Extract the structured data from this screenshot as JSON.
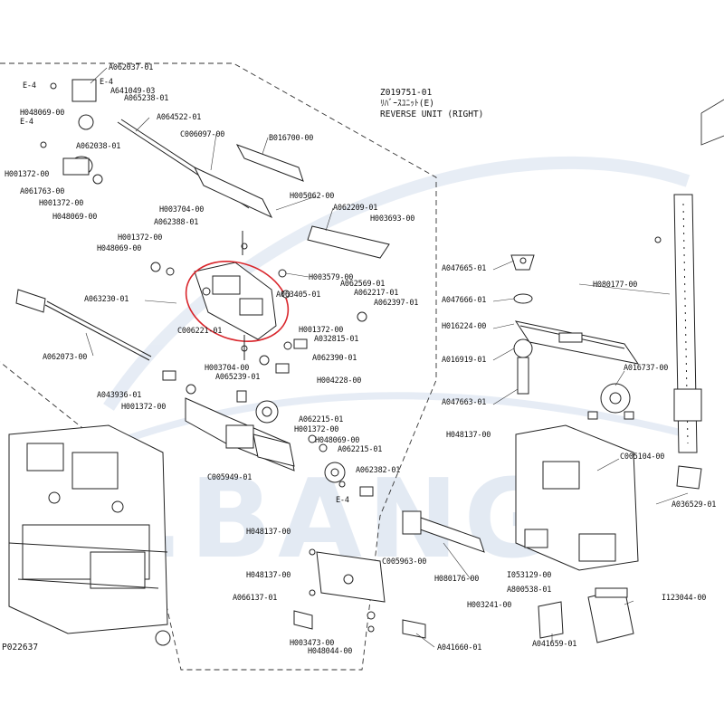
{
  "watermark_text": "E.BANG",
  "figure_number": "P022637",
  "unit": {
    "code": "Z019751-01",
    "japanese": "ﾘﾊﾞｰｽﾕﾆｯﾄ(E)",
    "english": "REVERSE UNIT (RIGHT)"
  },
  "highlight_color": "#d9262c",
  "parts": [
    "A062037-01",
    "E-4",
    "E-4",
    "A641049-03",
    "A065238-01",
    "H048069-00",
    "E-4",
    "A062038-01",
    "A064522-01",
    "C006097-00",
    "B016700-00",
    "H001372-00",
    "A061763-00",
    "H001372-00",
    "H048069-00",
    "H005062-00",
    "H003704-00",
    "A062388-01",
    "A062209-01",
    "H003693-00",
    "H001372-00",
    "H048069-00",
    "H003579-00",
    "A063405-01",
    "A062569-01",
    "A062217-01",
    "A062397-01",
    "A063230-01",
    "C006221-01",
    "H001372-00",
    "A032815-01",
    "A062390-01",
    "H003704-00",
    "A065239-01",
    "H004228-00",
    "A062073-00",
    "A043936-01",
    "H001372-00",
    "A062215-01",
    "H001372-00",
    "H048069-00",
    "A062215-01",
    "C005949-01",
    "A062382-01",
    "E-4",
    "A047665-01",
    "A047666-01",
    "H016224-00",
    "A016919-01",
    "A016737-00",
    "A047663-01",
    "H080177-00",
    "H048137-00",
    "C005104-00",
    "A036529-01",
    "H048137-00",
    "C005963-00",
    "H048137-00",
    "H080176-00",
    "I053129-00",
    "A800538-01",
    "A066137-01",
    "H003241-00",
    "I123044-00",
    "H003473-00",
    "H048044-00",
    "A041660-01",
    "A041659-01"
  ]
}
